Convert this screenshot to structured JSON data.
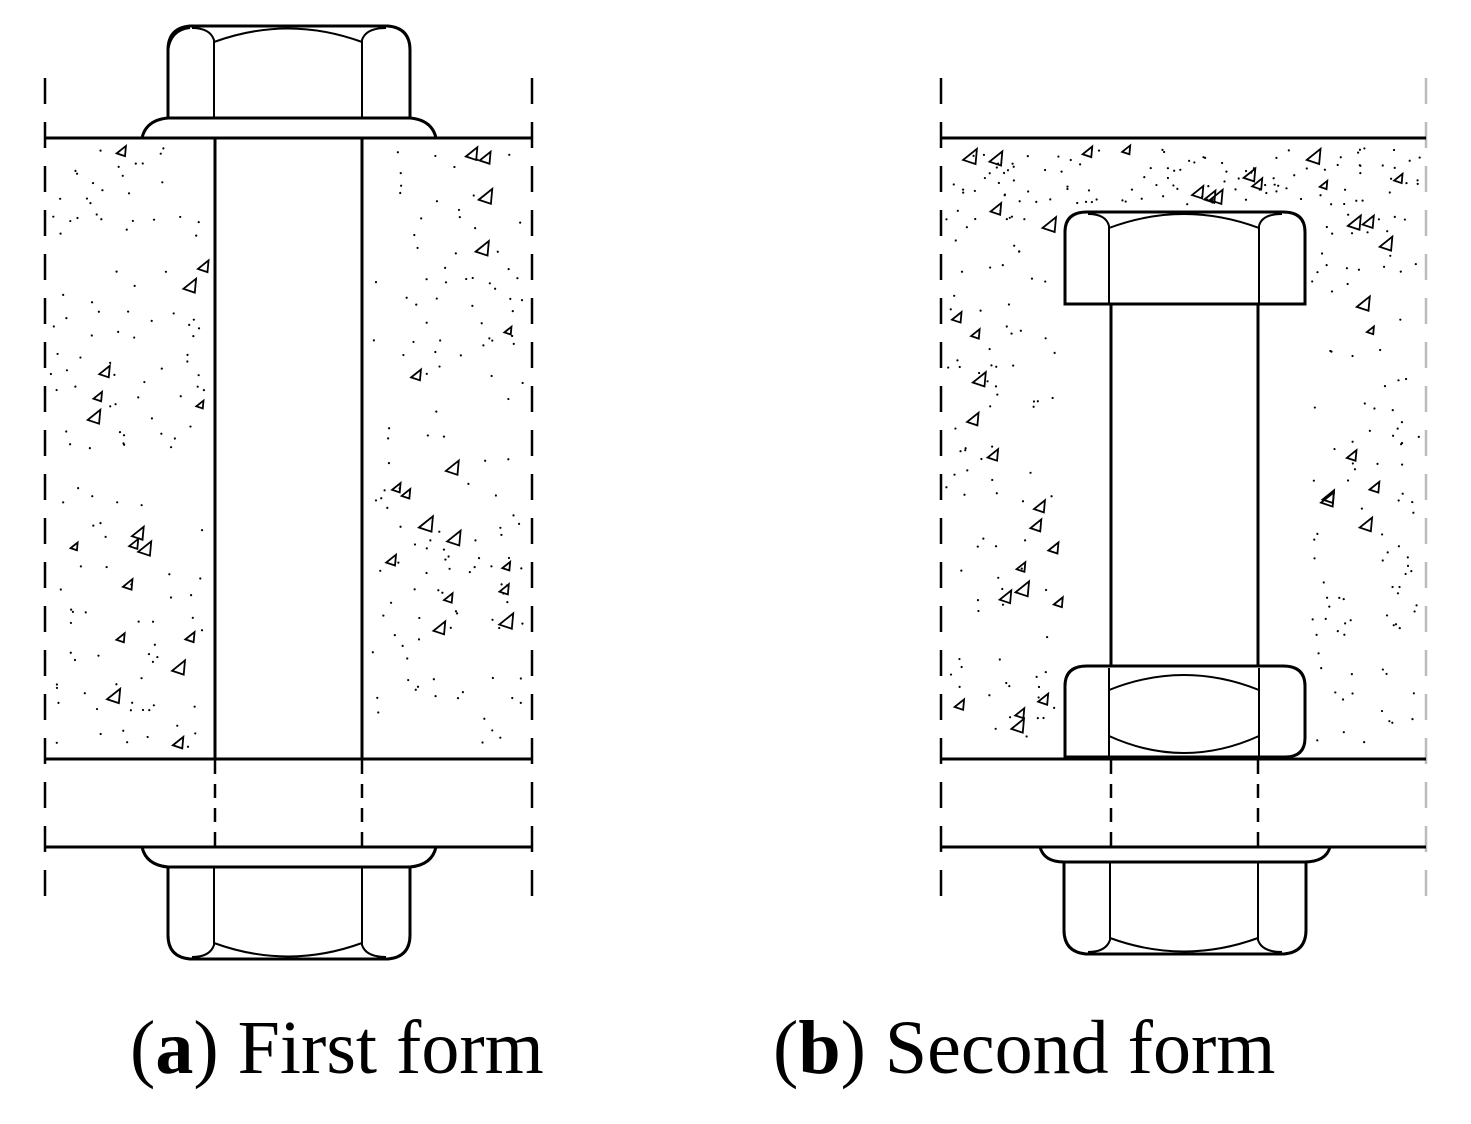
{
  "panels": [
    {
      "letter": "a",
      "label": "First form"
    },
    {
      "letter": "b",
      "label": "Second form"
    }
  ],
  "colors": {
    "line": "#000000",
    "background": "#ffffff"
  }
}
